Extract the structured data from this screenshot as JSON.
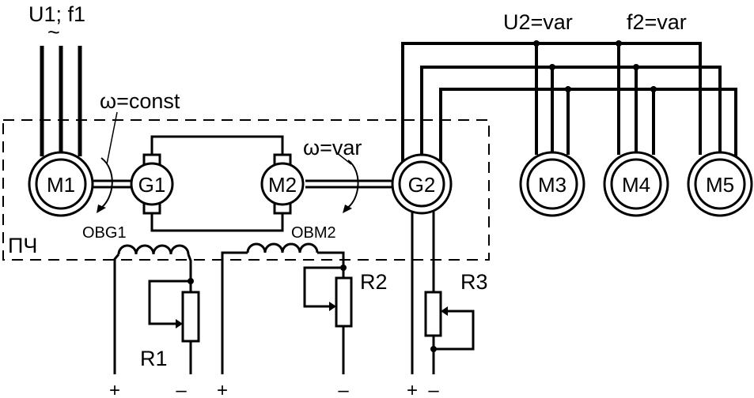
{
  "supply_label": "U1; f1",
  "supply_symbol": "~",
  "omega_const": "ω=const",
  "omega_var": "ω=var",
  "u2_label": "U2=var",
  "f2_label": "f2=var",
  "converter_label": "ПЧ",
  "machines": {
    "m1": "M1",
    "g1": "G1",
    "m2": "M2",
    "g2": "G2",
    "m3": "M3",
    "m4": "M4",
    "m5": "M5"
  },
  "windings": {
    "obg1": "OBG1",
    "obm2": "OBM2"
  },
  "resistors": {
    "r1": "R1",
    "r2": "R2",
    "r3": "R3"
  },
  "terminals": {
    "plus": "+",
    "minus": "–"
  }
}
